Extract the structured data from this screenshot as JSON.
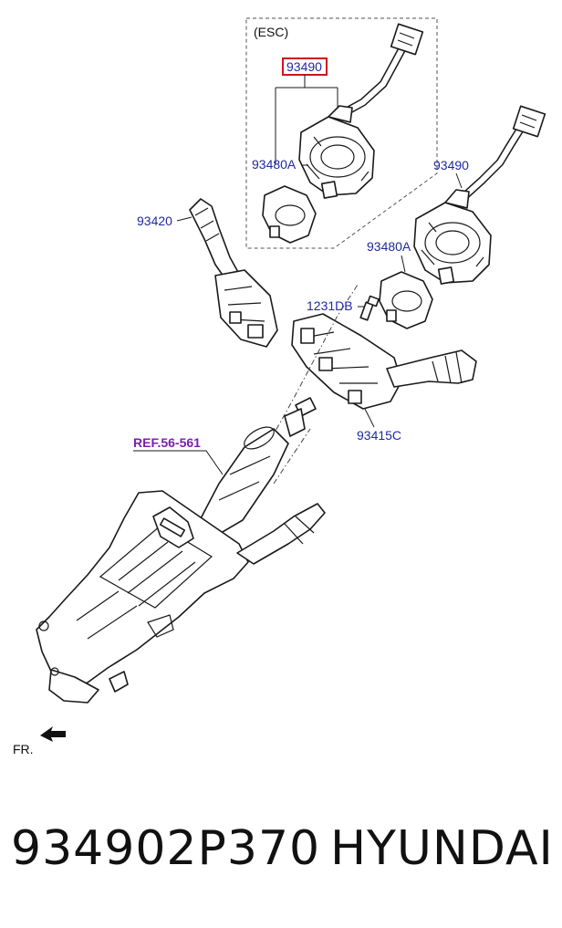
{
  "diagram": {
    "esc_label": "(ESC)",
    "highlighted_part": "93490",
    "labels": {
      "clock_spring_esc": "93480A",
      "clock_spring": "93490",
      "clock_spring_2": "93480A",
      "bolt": "1231DB",
      "wiper_switch": "93420",
      "multifunction_switch": "93415C",
      "reference": "REF.56-561",
      "front": "FR."
    },
    "colors": {
      "label": "#1f2a9e",
      "reference": "#7a1fb0",
      "highlight_border": "#d0141c"
    },
    "icons": [
      "front-direction-arrow-icon"
    ]
  },
  "caption": {
    "part_number": "934902P370",
    "brand": "HYUNDAI"
  }
}
